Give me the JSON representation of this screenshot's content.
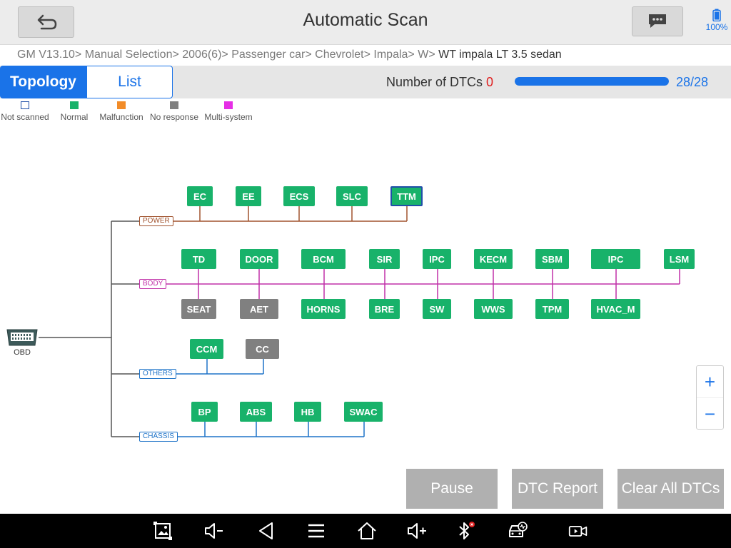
{
  "header": {
    "title": "Automatic Scan",
    "back_icon": "back-arrow-icon",
    "message_icon": "message-icon",
    "battery_level": "100%"
  },
  "breadcrumb": {
    "path": "GM V13.10> Manual Selection> 2006(6)> Passenger car> Chevrolet> Impala> W>",
    "current": "WT impala LT 3.5 sedan"
  },
  "tabs": [
    {
      "label": "Topology",
      "active": true
    },
    {
      "label": "List",
      "active": false
    }
  ],
  "dtc": {
    "label": "Number of DTCs",
    "count": "0",
    "progress_text": "28/28",
    "progress_fraction": 1.0
  },
  "legend": [
    {
      "label": "Not scanned",
      "color": "#ffffff"
    },
    {
      "label": "Normal",
      "color": "#18b26a"
    },
    {
      "label": "Malfunction",
      "color": "#f28c28"
    },
    {
      "label": "No response",
      "color": "#808080"
    },
    {
      "label": "Multi-system",
      "color": "#e62ee6"
    }
  ],
  "topology": {
    "root_label": "OBD",
    "buses": [
      {
        "label": "POWER",
        "color": "#a0522d",
        "top": [
          "EC",
          "EE",
          "ECS",
          "SLC",
          "TTM"
        ],
        "bottom": []
      },
      {
        "label": "BODY",
        "color": "#c030a8",
        "top": [
          "TD",
          "DOOR",
          "BCM",
          "SIR",
          "IPC",
          "KECM",
          "SBM",
          "IPC",
          "LSM"
        ],
        "bottom": [
          "SEAT",
          "AET",
          "HORNS",
          "BRE",
          "SW",
          "WWS",
          "TPM",
          "HVAC_M"
        ]
      },
      {
        "label": "OTHERS",
        "color": "#1e73c8",
        "top": [
          "CCM",
          "CC"
        ],
        "bottom": []
      },
      {
        "label": "CHASSIS",
        "color": "#1e73c8",
        "top": [
          "BP",
          "ABS",
          "HB",
          "SWAC"
        ],
        "bottom": []
      }
    ]
  },
  "zoom": {
    "plus": "+",
    "minus": "−"
  },
  "actions": {
    "pause": "Pause",
    "dtc_report": "DTC Report",
    "clear_all": "Clear All DTCs"
  },
  "navbar": {
    "icons": [
      "screenshot-icon",
      "volume-down-icon",
      "back-triangle-icon",
      "menu-icon",
      "home-icon",
      "volume-up-icon",
      "bluetooth-icon",
      "car-diagnostic-icon",
      "video-record-icon"
    ]
  }
}
